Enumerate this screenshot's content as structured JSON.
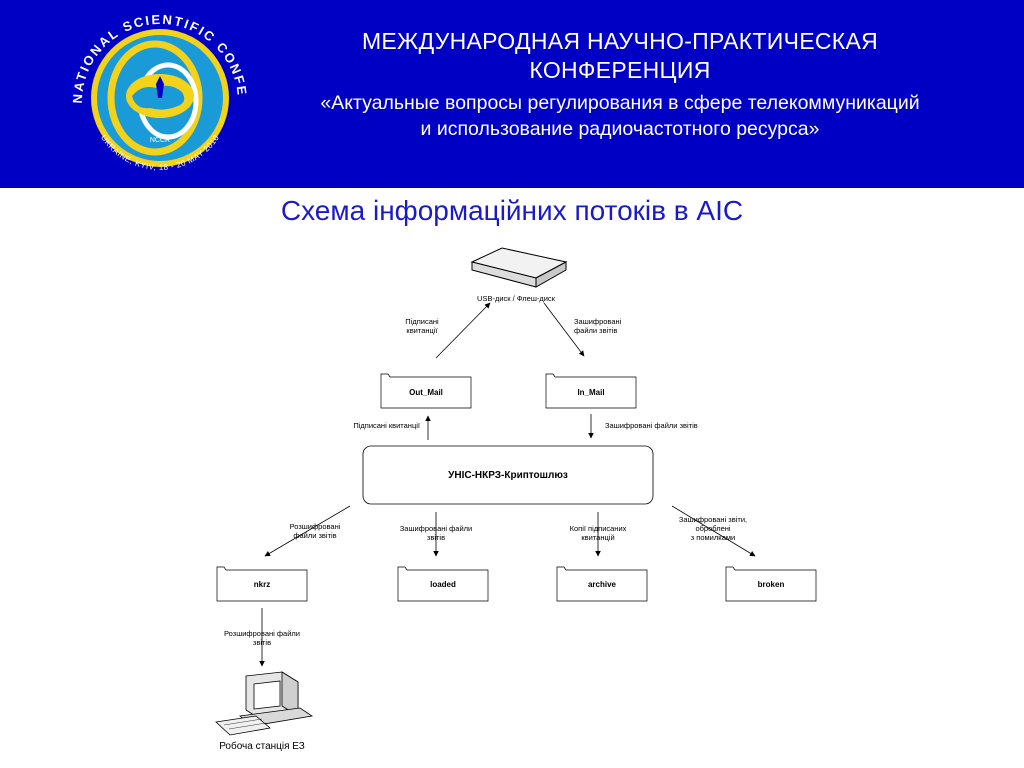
{
  "header": {
    "line1": "МЕЖДУНАРОДНАЯ НАУЧНО-ПРАКТИЧЕСКАЯ",
    "line2": "КОНФЕРЕНЦИЯ",
    "line3": "«Актуальные вопросы регулирования в сфере телекоммуникаций",
    "line4": "и использование радиочастотного ресурса»",
    "background_color": "#0000c4"
  },
  "logo": {
    "ring_text_top": "INTERNATIONAL SCIENTIFIC CONFERENCE",
    "ring_text_bottom": "UKRAINE, KYIV, 18 - 20 MAY 2010",
    "center_text": "NCCR"
  },
  "slide_title": "Схема інформаційних потоків в АІС",
  "diagram": {
    "usb_label": "USB-диск / Флеш-диск",
    "arrow_signed_up": [
      "Підписані",
      "квитанції"
    ],
    "arrow_encrypted_down": [
      "Зашифровані",
      "файли звітів"
    ],
    "folders": {
      "out_mail": "Out_Mail",
      "in_mail": "In_Mail",
      "nkrz": "nkrz",
      "loaded": "loaded",
      "archive": "archive",
      "broken": "broken"
    },
    "label_signed_receipts": "Підписані квитанції",
    "label_encrypted_reports": "Зашифровані файли звітів",
    "gateway": "УНІС-НКРЗ-Криптошлюз",
    "branch_nkrz": [
      "Розшифровані",
      "файли звітів"
    ],
    "branch_loaded": [
      "Зашифровані файли",
      "звітів"
    ],
    "branch_archive": [
      "Копії підписаних",
      "квитанцій"
    ],
    "branch_broken": [
      "Зашифровані звіти,",
      "оброблені",
      "з помилками"
    ],
    "workstation_arrow": [
      "Розшифровані файли",
      "звітів"
    ],
    "workstation": "Робоча станція ЕЗ"
  }
}
